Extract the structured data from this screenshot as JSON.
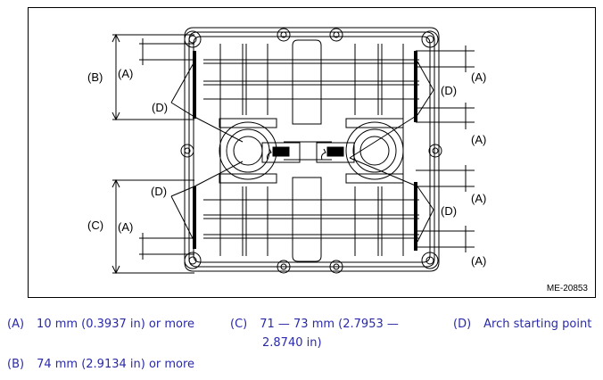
{
  "figure": {
    "id_label": "ME-20853",
    "callouts": {
      "B": "(B)",
      "A": "(A)",
      "C": "(C)",
      "D": "(D)"
    }
  },
  "legend": {
    "items": [
      {
        "key": "(A)",
        "text": "10 mm (0.3937 in) or more"
      },
      {
        "key": "(C)",
        "text": "71 — 73 mm (2.7953 —",
        "text2": "2.8740 in)"
      },
      {
        "key": "(D)",
        "text": "Arch starting point"
      },
      {
        "key": "(B)",
        "text": "74 mm (2.9134 in) or more"
      }
    ]
  },
  "colors": {
    "legend_text": "#2a2aa8",
    "line_art": "#000000"
  }
}
